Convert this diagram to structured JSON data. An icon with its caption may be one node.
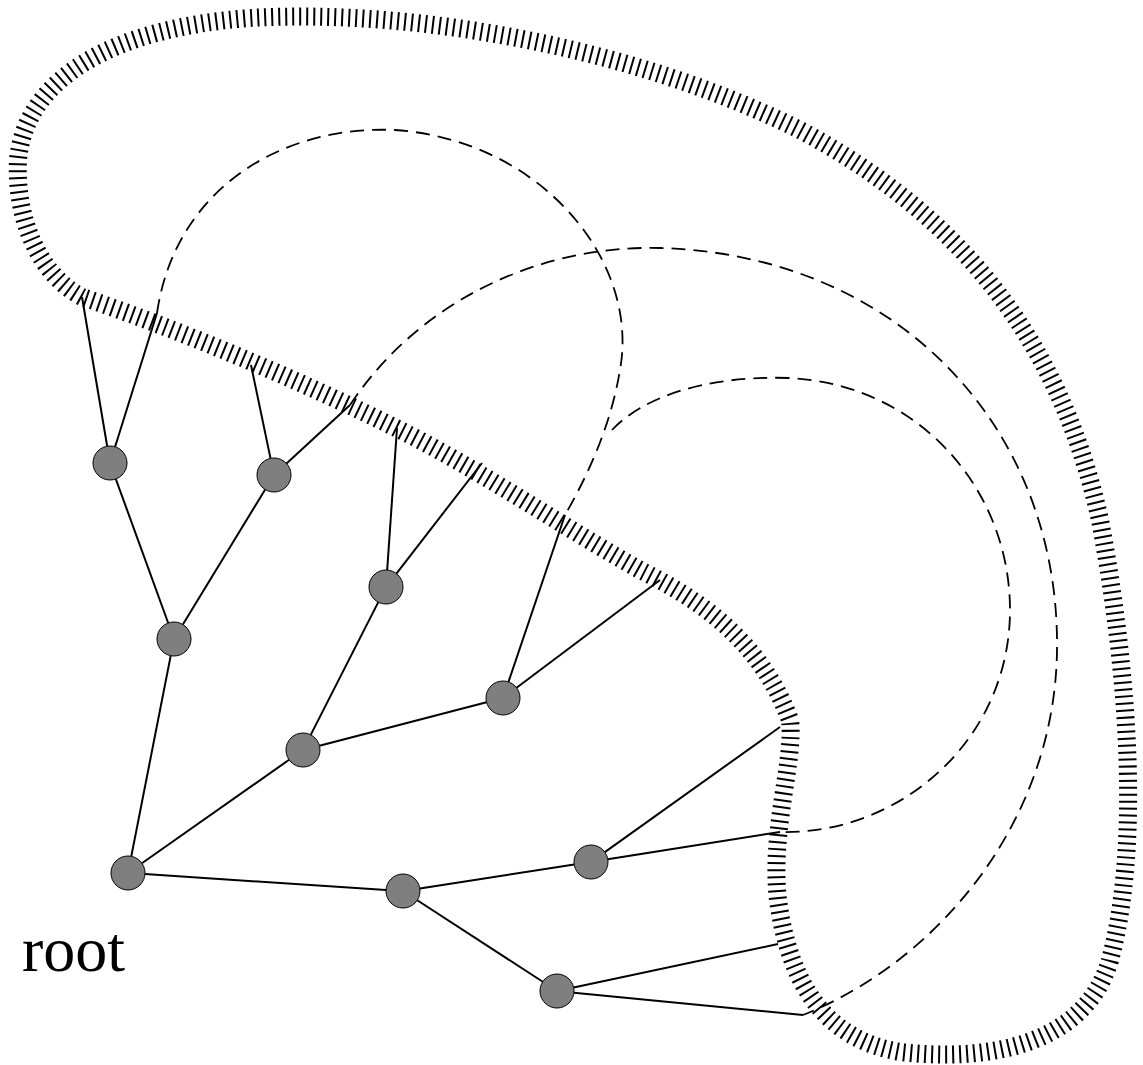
{
  "diagram": {
    "nodes": [
      {
        "text": [],
        "shape": "circle"
      },
      {
        "text": [],
        "shape": "circle"
      },
      {
        "text": [],
        "shape": "circle"
      },
      {
        "text": [],
        "shape": "circle"
      },
      {
        "text": [],
        "shape": "circle"
      },
      {
        "text": [],
        "shape": "circle"
      },
      {
        "text": [],
        "shape": "circle"
      },
      {
        "text": [],
        "shape": "circle"
      },
      {
        "text": [],
        "shape": "circle"
      },
      {
        "text": [],
        "shape": "circle"
      },
      {
        "text": [],
        "shape": "cloud"
      }
    ],
    "edges": [
      {
        "from": 6,
        "to": 2,
        "arrow": "none"
      },
      {
        "from": 2,
        "to": 0,
        "arrow": "none"
      },
      {
        "from": 2,
        "to": 1,
        "arrow": "none"
      },
      {
        "from": 6,
        "to": 5,
        "arrow": "none"
      },
      {
        "from": 5,
        "to": 3,
        "arrow": "none"
      },
      {
        "from": 5,
        "to": 4,
        "arrow": "none"
      },
      {
        "from": 6,
        "to": 7,
        "arrow": "none"
      },
      {
        "from": 7,
        "to": 8,
        "arrow": "none"
      },
      {
        "from": 7,
        "to": 9,
        "arrow": "none"
      },
      {
        "from": 0,
        "to": 10,
        "arrow": "none"
      },
      {
        "from": 0,
        "to": 10,
        "arrow": "none"
      },
      {
        "from": 1,
        "to": 10,
        "arrow": "none"
      },
      {
        "from": 1,
        "to": 10,
        "arrow": "none"
      },
      {
        "from": 3,
        "to": 10,
        "arrow": "none"
      },
      {
        "from": 3,
        "to": 10,
        "arrow": "none"
      },
      {
        "from": 4,
        "to": 10,
        "arrow": "none"
      },
      {
        "from": 4,
        "to": 10,
        "arrow": "none"
      },
      {
        "from": 8,
        "to": 10,
        "arrow": "none"
      },
      {
        "from": 8,
        "to": 10,
        "arrow": "none"
      },
      {
        "from": 9,
        "to": 10,
        "arrow": "none"
      },
      {
        "from": 9,
        "to": 10,
        "arrow": "none"
      }
    ],
    "labels": [
      "root"
    ]
  }
}
